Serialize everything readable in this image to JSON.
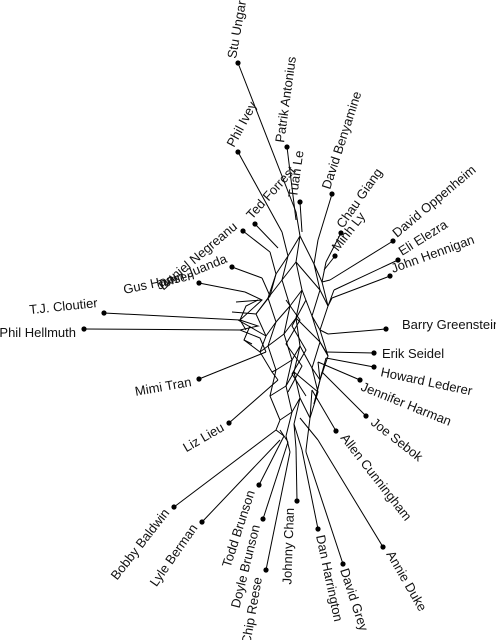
{
  "diagram": {
    "type": "splits-network",
    "colors": {
      "line": "#000000",
      "label": "#111111",
      "background": "#ffffff"
    },
    "leaves": [
      {
        "id": "stu-ungar",
        "label": "Stu Ungar"
      },
      {
        "id": "patrik-antonius",
        "label": "Patrik Antonius"
      },
      {
        "id": "david-benyamine",
        "label": "David Benyamine"
      },
      {
        "id": "phil-ivey",
        "label": "Phil Ivey"
      },
      {
        "id": "tuan-le",
        "label": "Tuan Le"
      },
      {
        "id": "daniel-negreanu",
        "label": "Daniel Negreanu"
      },
      {
        "id": "ted-forrest",
        "label": "Ted Forrest"
      },
      {
        "id": "chau-giang",
        "label": "Chau Giang"
      },
      {
        "id": "david-oppenheim",
        "label": "David Oppenheim"
      },
      {
        "id": "minh-ly",
        "label": "Minh Ly"
      },
      {
        "id": "john-juanda",
        "label": "John Juanda"
      },
      {
        "id": "eli-elezra",
        "label": "Eli Elezra"
      },
      {
        "id": "john-hennigan",
        "label": "John Hennigan"
      },
      {
        "id": "gus-hansen",
        "label": "Gus Hansen"
      },
      {
        "id": "tj-cloutier",
        "label": "T.J. Cloutier"
      },
      {
        "id": "phil-hellmuth",
        "label": "Phil Hellmuth"
      },
      {
        "id": "barry-greenstein",
        "label": "Barry Greenstein"
      },
      {
        "id": "erik-seidel",
        "label": "Erik Seidel"
      },
      {
        "id": "howard-lederer",
        "label": "Howard Lederer"
      },
      {
        "id": "mimi-tran",
        "label": "Mimi Tran"
      },
      {
        "id": "jennifer-harman",
        "label": "Jennifer Harman"
      },
      {
        "id": "liz-lieu",
        "label": "Liz Lieu"
      },
      {
        "id": "joe-sebok",
        "label": "Joe Sebok"
      },
      {
        "id": "allen-cunningham",
        "label": "Allen Cunningham"
      },
      {
        "id": "bobby-baldwin",
        "label": "Bobby Baldwin"
      },
      {
        "id": "lyle-berman",
        "label": "Lyle Berman"
      },
      {
        "id": "todd-brunson",
        "label": "Todd Brunson"
      },
      {
        "id": "doyle-brunson",
        "label": "Doyle Brunson"
      },
      {
        "id": "johnny-chan",
        "label": "Johnny Chan"
      },
      {
        "id": "annie-duke",
        "label": "Annie Duke"
      },
      {
        "id": "dan-harrington",
        "label": "Dan Harrington"
      },
      {
        "id": "david-grey",
        "label": "David Grey"
      },
      {
        "id": "chip-reese",
        "label": "Chip Reese"
      }
    ]
  }
}
